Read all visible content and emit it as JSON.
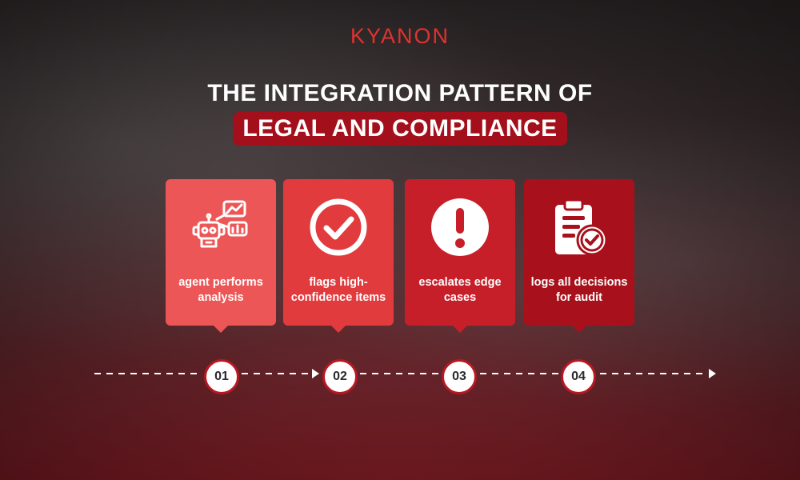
{
  "brand": {
    "logo_text": "KYANON",
    "logo_color": "#e1322f"
  },
  "title": {
    "line1": "THE INTEGRATION PATTERN OF",
    "line2": "LEGAL AND COMPLIANCE",
    "highlight_color": "#a3101c"
  },
  "steps": [
    {
      "number": "01",
      "label": "agent performs analysis",
      "icon": "robot-analytics-icon",
      "color": "#ec5656"
    },
    {
      "number": "02",
      "label": "flags high-confidence items",
      "icon": "checkmark-circle-icon",
      "color": "#e23b3e"
    },
    {
      "number": "03",
      "label": "escalates edge cases",
      "icon": "exclamation-circle-icon",
      "color": "#c71f2a"
    },
    {
      "number": "04",
      "label": "logs all decisions for audit",
      "icon": "clipboard-check-icon",
      "color": "#a8111c"
    }
  ]
}
